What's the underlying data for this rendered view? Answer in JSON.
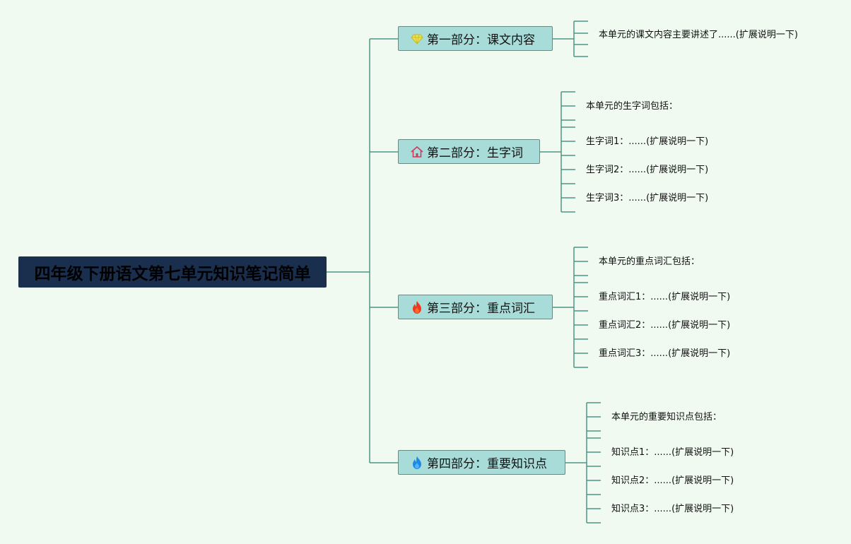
{
  "root": {
    "title": "四年级下册语文第七单元知识笔记简单"
  },
  "branches": [
    {
      "label": "第一部分：课文内容",
      "icon": "diamond-icon",
      "items": [
        "本单元的课文内容主要讲述了......(扩展说明一下)"
      ]
    },
    {
      "label": "第二部分：生字词",
      "icon": "house-icon",
      "items": [
        "本单元的生字词包括：",
        "生字词1：......(扩展说明一下)",
        "生字词2：......(扩展说明一下)",
        "生字词3：......(扩展说明一下)"
      ]
    },
    {
      "label": "第三部分：重点词汇",
      "icon": "red-flame-icon",
      "items": [
        "本单元的重点词汇包括：",
        "重点词汇1：......(扩展说明一下)",
        "重点词汇2：......(扩展说明一下)",
        "重点词汇3：......(扩展说明一下)"
      ]
    },
    {
      "label": "第四部分：重要知识点",
      "icon": "blue-flame-icon",
      "items": [
        "本单元的重要知识点包括：",
        "知识点1：......(扩展说明一下)",
        "知识点2：......(扩展说明一下)",
        "知识点3：......(扩展说明一下)"
      ]
    }
  ],
  "colors": {
    "line": "#4e9685",
    "root_bg": "#1a2e4e",
    "branch_bg": "#a8dcd8",
    "background": "#f0faf1"
  }
}
